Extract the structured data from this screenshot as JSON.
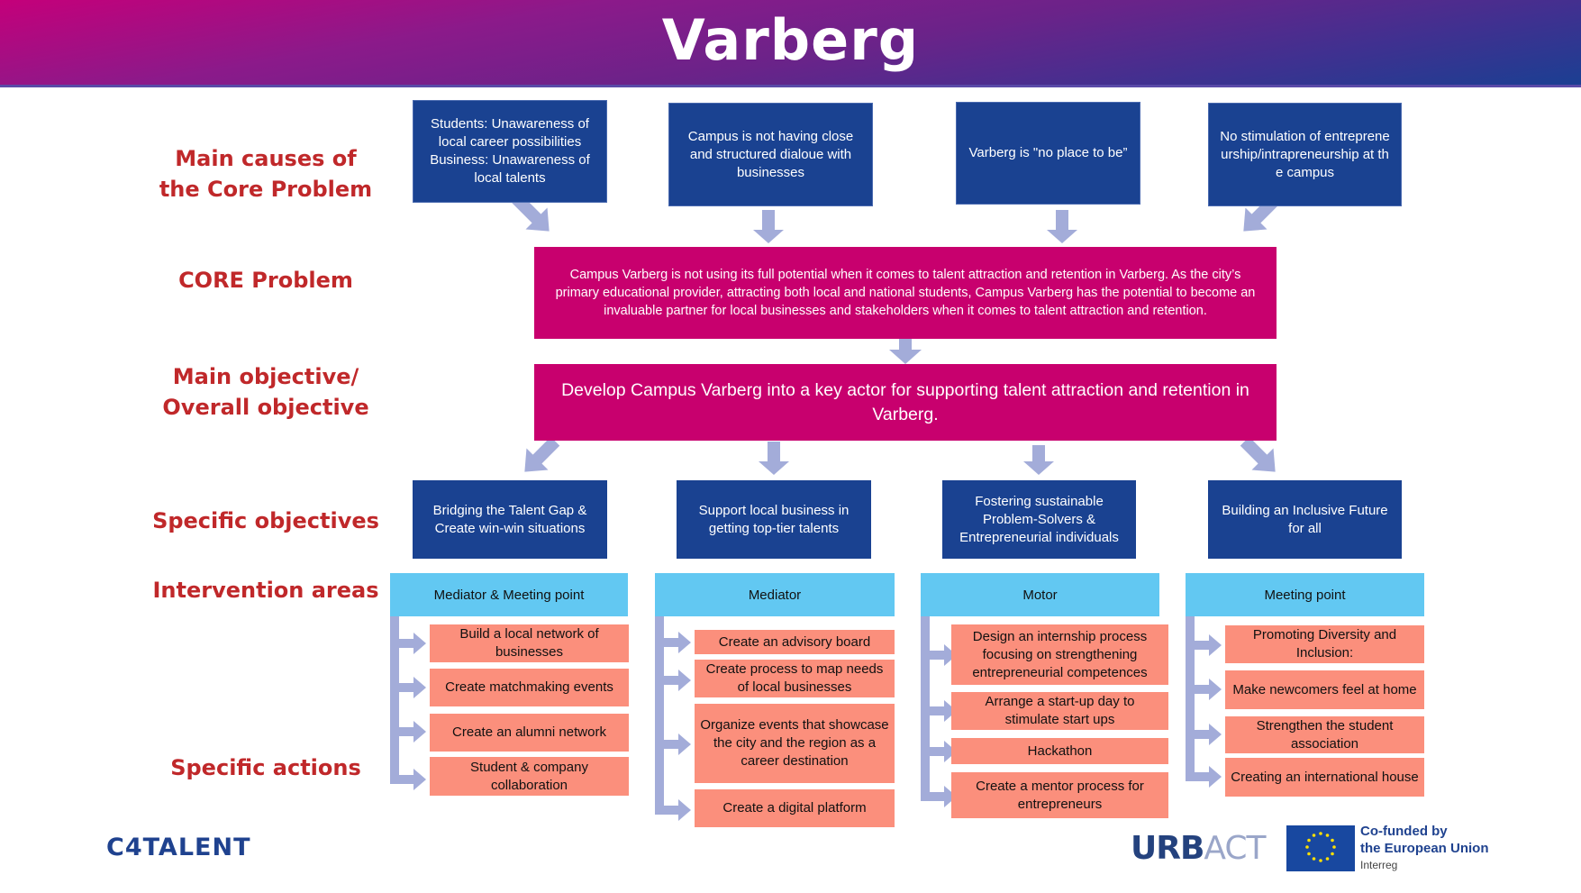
{
  "header": {
    "title": "Varberg"
  },
  "row_labels": {
    "causes": [
      "Main causes of",
      "the Core Problem"
    ],
    "core": "CORE Problem",
    "main_objective": [
      "Main objective/",
      "Overall objective"
    ],
    "specific_objectives": "Specific objectives",
    "intervention_areas": "Intervention areas",
    "specific_actions": "Specific actions"
  },
  "causes": [
    "Students: Unawareness of local career possibilities Business: Unawareness of local talents",
    "Campus is not having close and structured dialoue with businesses",
    "Varberg is \"no place to be”",
    "No stimulation of entrepreneurship/intrapreneurship at the campus"
  ],
  "core_problem": "Campus Varberg is not using its full potential when it comes  to talent attraction and retention in Varberg. As the city’s primary educational provider, attracting both local and national students, Campus Varberg has the potential to become an invaluable partner for local businesses  and stakeholders when it comes to talent attraction and  retention.",
  "main_objective": "Develop Campus Varberg into a key actor for supporting talent attraction and retention in Varberg.",
  "specific_objectives": [
    "Bridging the Talent Gap & Create win-win situations",
    "Support local business in getting top-tier talents",
    "Fostering sustainable Problem-Solvers & Entrepreneurial individuals",
    "Building an Inclusive Future for all"
  ],
  "intervention_areas": [
    "Mediator & Meeting point",
    "Mediator",
    "Motor",
    "Meeting point"
  ],
  "actions": [
    [
      "Build a local network of businesses",
      "Create matchmaking events",
      "Create an alumni network",
      "Student & company collaboration"
    ],
    [
      "Create an advisory board",
      "Create process to map needs of local businesses",
      "Organize events that showcase the city and the region as a career destination",
      "Create a digital platform"
    ],
    [
      "Design an internship process focusing on strengthening entrepreneurial competences",
      "Arrange a start-up day to stimulate start ups",
      "Hackathon",
      "Create a mentor process for entrepreneurs"
    ],
    [
      "Promoting Diversity and Inclusion:",
      "Make newcomers feel at home",
      "Strengthen the student association",
      "Creating an international house"
    ]
  ],
  "footer": {
    "c4talent": "C4TALENT",
    "urbact_part1": "URB",
    "urbact_part2": "ACT",
    "eu_line1": "Co-funded by",
    "eu_line2": "the European Union",
    "eu_sub": "Interreg"
  },
  "colors": {
    "cause_box": "#1a4291",
    "core_box": "#c8006e",
    "intervention_box": "#62c8f2",
    "action_box": "#fb8f7c",
    "label_red": "#c0282a",
    "arrow": "#a3acd9"
  }
}
